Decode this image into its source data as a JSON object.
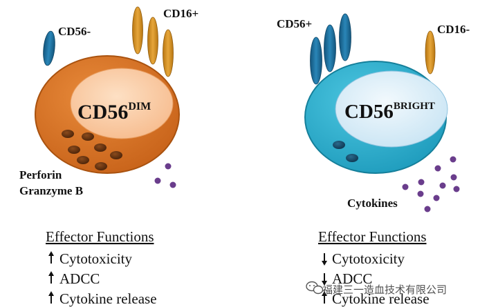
{
  "dim_cell": {
    "receptor_left_label": "CD56-",
    "receptor_right_label": "CD16+",
    "core_text": "CD56",
    "core_superscript": "DIM",
    "granule_label_line1": "Perforin",
    "granule_label_line2": "Granzyme B",
    "effector_title": "Effector Functions",
    "effectors": [
      {
        "direction": "up",
        "label": "Cytotoxicity"
      },
      {
        "direction": "up",
        "label": "ADCC"
      },
      {
        "direction": "up",
        "label": "Cytokine release"
      }
    ],
    "colors": {
      "cell": "#d4701f",
      "cell_rim": "#b85a12",
      "nucleus": "#fbc9a0",
      "granule": "#5a2e0e",
      "orange_receptor": "#d79523",
      "blue_receptor": "#1f6f9e"
    }
  },
  "bright_cell": {
    "receptor_left_label": "CD56+",
    "receptor_right_label": "CD16-",
    "core_text": "CD56",
    "core_superscript": "BRIGHT",
    "cytokine_label": "Cytokines",
    "effector_title": "Effector Functions",
    "effectors": [
      {
        "direction": "down",
        "label": "Cytotoxicity"
      },
      {
        "direction": "down",
        "label": "ADCC"
      },
      {
        "direction": "up",
        "label": "Cytokine release"
      }
    ],
    "colors": {
      "cell": "#2fb3d1",
      "cell_rim": "#1a8fac",
      "nucleus": "#d8eef8",
      "granule": "#124a6a",
      "orange_receptor": "#d79523",
      "blue_receptor": "#1f6f9e"
    }
  },
  "cytokine_dot_color": "#6a3d8c",
  "watermark": "福建三一造血技术有限公司",
  "watermark_icon": "chat-bubble-icon"
}
